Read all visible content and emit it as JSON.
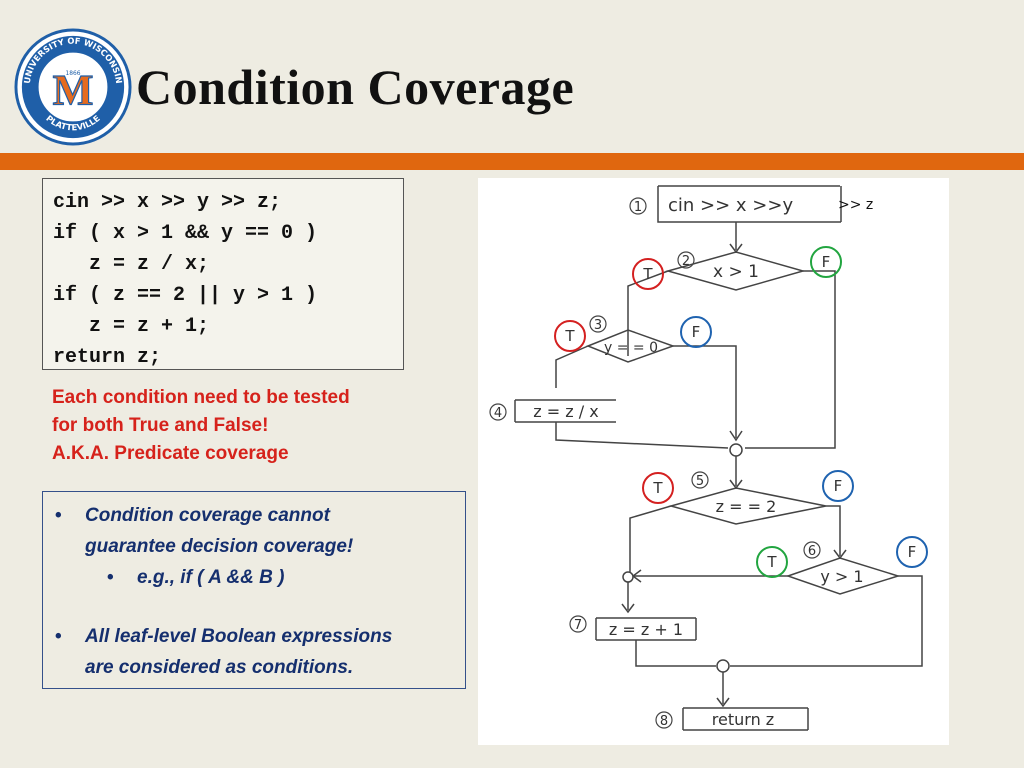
{
  "logo": {
    "ring_text": "UNIVERSITY OF WISCONSIN",
    "bottom_text": "PLATTEVILLE",
    "year": "1866",
    "letter": "M",
    "colors": {
      "ring": "#1f5fa8",
      "letter": "#e56b1f"
    }
  },
  "title": "Condition Coverage",
  "code_lines": [
    "cin >> x >> y >> z;",
    "if ( x > 1 && y == 0 )",
    "   z = z / x;",
    "if ( z == 2 || y > 1 )",
    "   z = z + 1;",
    "return z;"
  ],
  "note_lines": [
    "Each condition need to be tested",
    "for both True and False!",
    "A.K.A. Predicate coverage"
  ],
  "bullets": {
    "b1_line1": "Condition coverage cannot",
    "b1_line2": "guarantee decision coverage!",
    "b1_sub": "e.g., if ( A && B )",
    "b2_line1": "All leaf-level Boolean expressions",
    "b2_line2": "are considered as conditions."
  },
  "flowchart": {
    "n1": {
      "num": "1",
      "text": "cin >> x >>y",
      "typed_suffix": ">> z"
    },
    "n2": {
      "num": "2",
      "text": "x > 1"
    },
    "n3": {
      "num": "3",
      "text": "y = = 0"
    },
    "n4": {
      "num": "4",
      "text": "z = z / x"
    },
    "n5": {
      "num": "5",
      "text": "z = = 2"
    },
    "n6": {
      "num": "6",
      "text": "y > 1"
    },
    "n7": {
      "num": "7",
      "text": "z = z + 1"
    },
    "n8": {
      "num": "8",
      "text": "return z"
    },
    "true_label": "T",
    "false_label": "F",
    "colors": {
      "red": "#d42020",
      "green": "#22a540",
      "blue": "#1f63b0"
    }
  }
}
